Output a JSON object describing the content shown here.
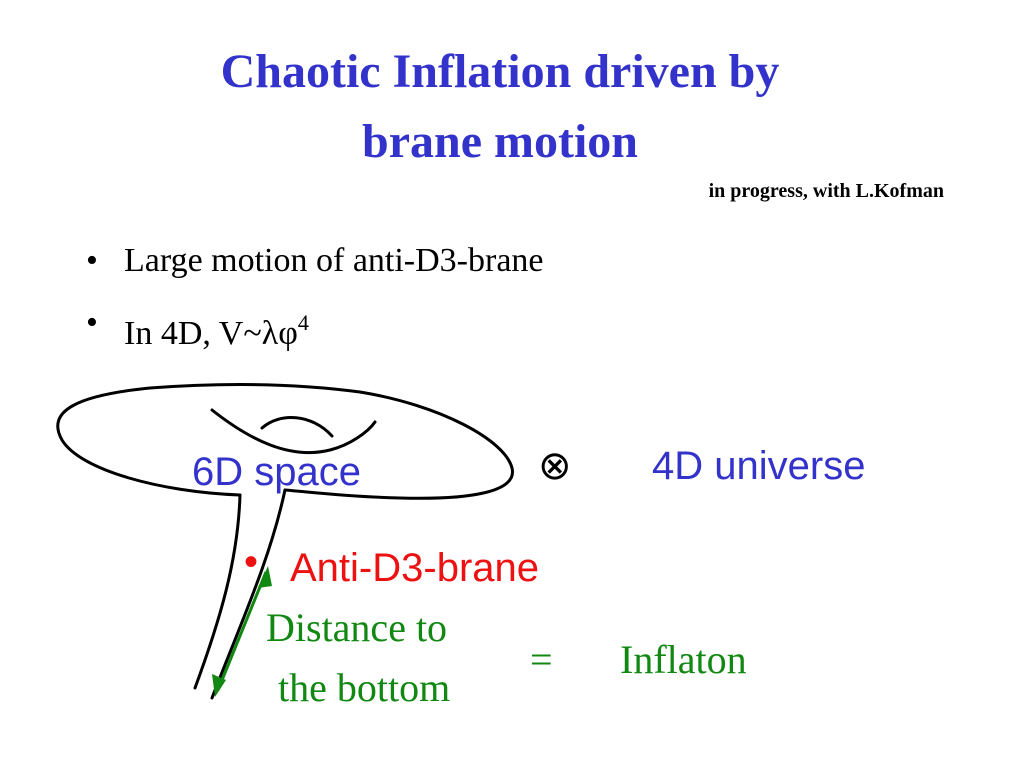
{
  "slide": {
    "title_line1": "Chaotic Inflation driven by",
    "title_line2": "brane motion",
    "subtitle": "in progress, with L.Kofman",
    "bullets": [
      {
        "marker": "•",
        "text": "Large motion of anti-D3-brane"
      },
      {
        "marker": "•",
        "text_prefix": "In 4D, V~λφ",
        "superscript": "4"
      }
    ]
  },
  "diagram": {
    "space_label": "6D space",
    "tensor_symbol": "⊗",
    "universe_label": "4D universe",
    "brane_marker": "•",
    "brane_label": "Anti-D3-brane",
    "distance_line1": "Distance to",
    "distance_line2": "the bottom",
    "equals": "=",
    "inflaton_label": "Inflaton"
  },
  "colors": {
    "title": "#3333cc",
    "labels_blue": "#3333cc",
    "brane_red": "#ee1111",
    "distance_green": "#118811",
    "text_black": "#000000"
  }
}
